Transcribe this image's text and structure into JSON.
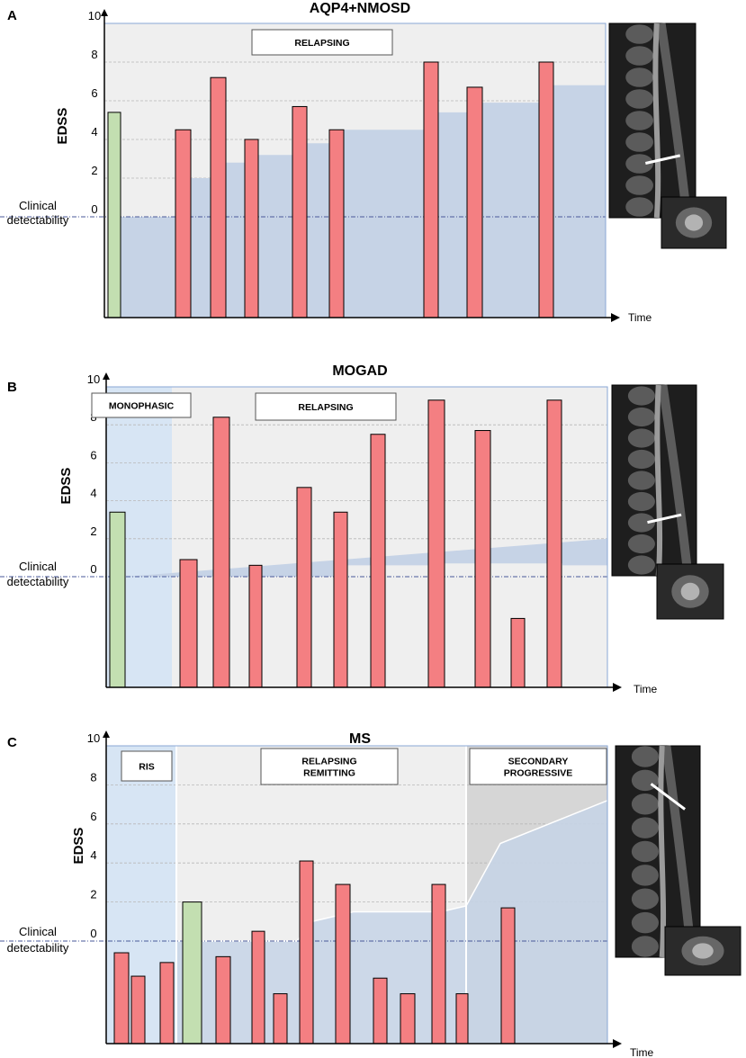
{
  "ylabel": "EDSS",
  "xlabel": "Time",
  "detect_label": [
    "Clinical",
    "detectability"
  ],
  "yticks": [
    0,
    2,
    4,
    6,
    8,
    10
  ],
  "colors": {
    "relapse": "#f47f82",
    "first_event": "#c3dfb1",
    "disability": "#c6d3e6",
    "phase_background": "#efefef",
    "early_phase": "#d7e5f4",
    "progressive_phase": "#d6d6d6",
    "frame": "#8aa7d4",
    "detect_line": "#4a5a9a"
  },
  "chart_data": [
    {
      "letter": "A",
      "title": "AQP4+NMOSD",
      "type": "bar",
      "ylim": [
        0,
        10
      ],
      "phases": [
        "RELAPSING"
      ],
      "first_event": 5.4,
      "relapses": [
        4.5,
        7.2,
        4.0,
        5.7,
        4.5,
        8.0,
        6.7,
        8.0
      ],
      "disability_levels": [
        0.0,
        2.0,
        2.8,
        3.2,
        3.8,
        4.5,
        5.4,
        5.9,
        6.8
      ]
    },
    {
      "letter": "B",
      "title": "MOGAD",
      "type": "bar",
      "ylim": [
        0,
        10
      ],
      "phases": [
        "MONOPHASIC",
        "RELAPSING"
      ],
      "first_event": 3.4,
      "relapses": [
        0.9,
        8.4,
        0.6,
        4.7,
        3.4,
        7.5,
        9.3,
        7.7,
        -2.2,
        9.3
      ],
      "disability_levels": [
        0.0,
        0.6,
        0.7,
        0.6,
        2.0
      ]
    },
    {
      "letter": "C",
      "title": "MS",
      "type": "bar",
      "ylim": [
        0,
        10
      ],
      "phases": [
        "RIS",
        "RELAPSING\nREMITTING",
        "SECONDARY\nPROGRESSIVE"
      ],
      "ris_events": [
        -0.6,
        -1.8,
        -1.1
      ],
      "first_event": 2.0,
      "relapses": [
        -0.8,
        0.5,
        -2.7,
        4.1,
        2.9,
        -1.9,
        -2.7,
        2.9,
        -2.7,
        1.7
      ],
      "disability_levels": [
        0.0,
        1.0,
        1.5,
        1.8,
        5.0,
        7.2
      ]
    }
  ]
}
